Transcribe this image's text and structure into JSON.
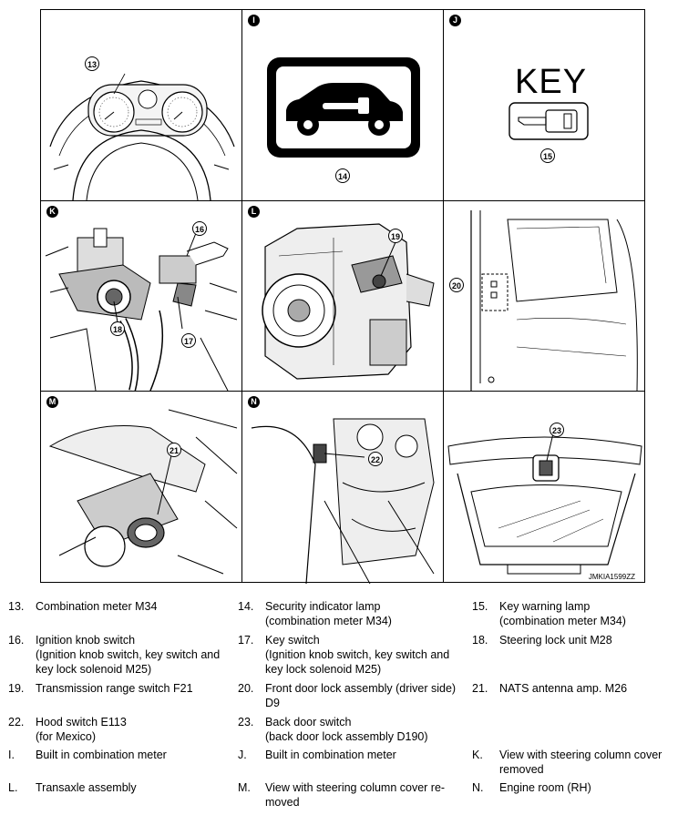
{
  "panels": {
    "I": {
      "letter": "I"
    },
    "J": {
      "letter": "J",
      "key_text": "KEY"
    },
    "K": {
      "letter": "K"
    },
    "L": {
      "letter": "L"
    },
    "M": {
      "letter": "M"
    },
    "N": {
      "letter": "N"
    }
  },
  "callouts": {
    "c13": "13",
    "c14": "14",
    "c15": "15",
    "c16": "16",
    "c17": "17",
    "c18": "18",
    "c19": "19",
    "c20": "20",
    "c21": "21",
    "c22": "22",
    "c23": "23"
  },
  "figure_code": "JMKIA1599ZZ",
  "legend": [
    {
      "num": "13.",
      "text": "Combination meter M34"
    },
    {
      "num": "14.",
      "text": "Security indicator lamp\n(combination meter M34)"
    },
    {
      "num": "15.",
      "text": "Key warning lamp\n(combination meter M34)"
    },
    {
      "num": "16.",
      "text": "Ignition knob switch\n(Ignition knob switch, key switch and\nkey lock solenoid M25)"
    },
    {
      "num": "17.",
      "text": "Key switch\n(Ignition knob switch, key switch and\nkey lock solenoid M25)"
    },
    {
      "num": "18.",
      "text": "Steering lock unit M28"
    },
    {
      "num": "19.",
      "text": "Transmission range switch F21"
    },
    {
      "num": "20.",
      "text": "Front door lock assembly (driver side)\nD9"
    },
    {
      "num": "21.",
      "text": "NATS antenna amp. M26"
    },
    {
      "num": "22.",
      "text": "Hood switch E113\n(for Mexico)"
    },
    {
      "num": "23.",
      "text": "Back door switch\n(back door lock assembly D190)"
    },
    {
      "num": "I.",
      "text": "Built in combination meter"
    },
    {
      "num": "J.",
      "text": "Built in combination meter"
    },
    {
      "num": "K.",
      "text": "View with steering column cover\nremoved"
    },
    {
      "num": "L.",
      "text": "Transaxle assembly"
    },
    {
      "num": "M.",
      "text": "View with steering column cover re-\nmoved"
    },
    {
      "num": "N.",
      "text": "Engine room (RH)"
    }
  ]
}
